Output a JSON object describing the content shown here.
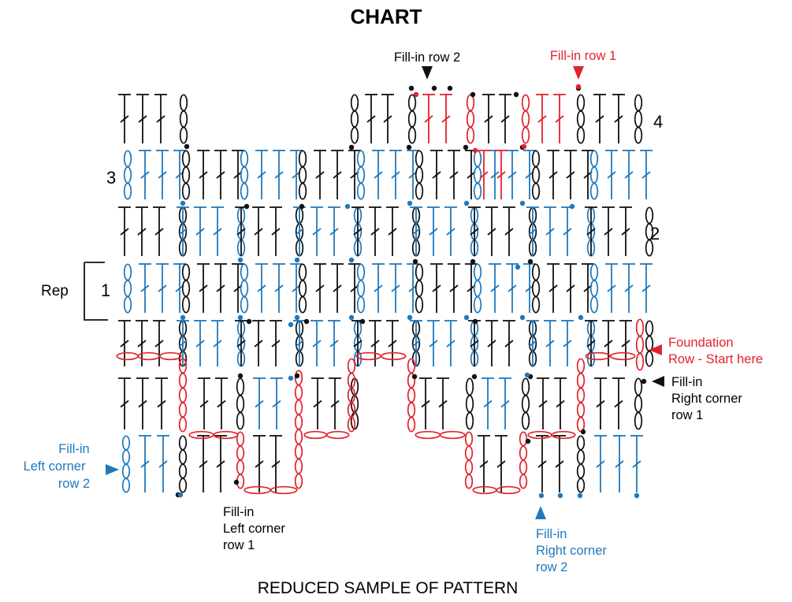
{
  "title": "CHART",
  "caption": "REDUCED SAMPLE OF PATTERN",
  "colors": {
    "black": "#111111",
    "blue": "#1f79bd",
    "red": "#e3232b"
  },
  "row_numbers": {
    "r1": "1",
    "r2": "2",
    "r3": "3",
    "r4": "4"
  },
  "rep_label": "Rep",
  "callouts": {
    "fill_in_row_2": "Fill-in row 2",
    "fill_in_row_1": "Fill-in row 1",
    "foundation_line1": "Foundation",
    "foundation_line2": "Row - Start here",
    "right_corner_row1_l1": "Fill-in",
    "right_corner_row1_l2": "Right corner",
    "right_corner_row1_l3": "row 1",
    "left_corner_row2_l1": "Fill-in",
    "left_corner_row2_l2": "Left corner",
    "left_corner_row2_l3": "row 2",
    "left_corner_row1_l1": "Fill-in",
    "left_corner_row1_l2": "Left corner",
    "left_corner_row1_l3": "row 1",
    "right_corner_row2_l1": "Fill-in",
    "right_corner_row2_l2": "Right corner",
    "right_corner_row2_l3": "row 2"
  }
}
